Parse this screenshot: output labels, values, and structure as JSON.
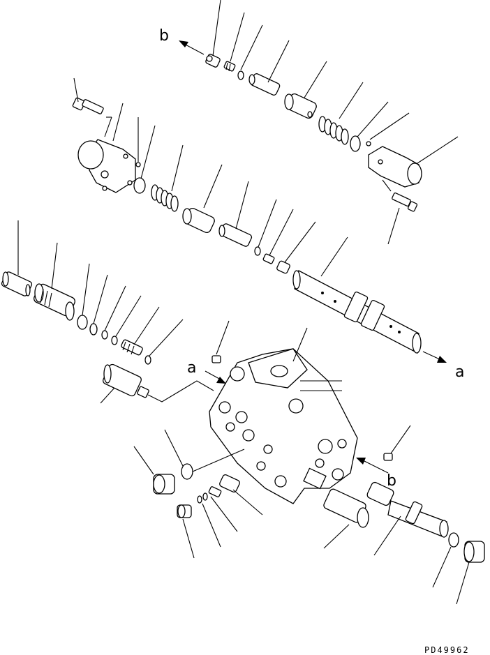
{
  "diagram": {
    "labels": {
      "b_top": "b",
      "a_right": "a",
      "a_center": "a",
      "b_right": "b"
    },
    "code": "PD49962"
  }
}
